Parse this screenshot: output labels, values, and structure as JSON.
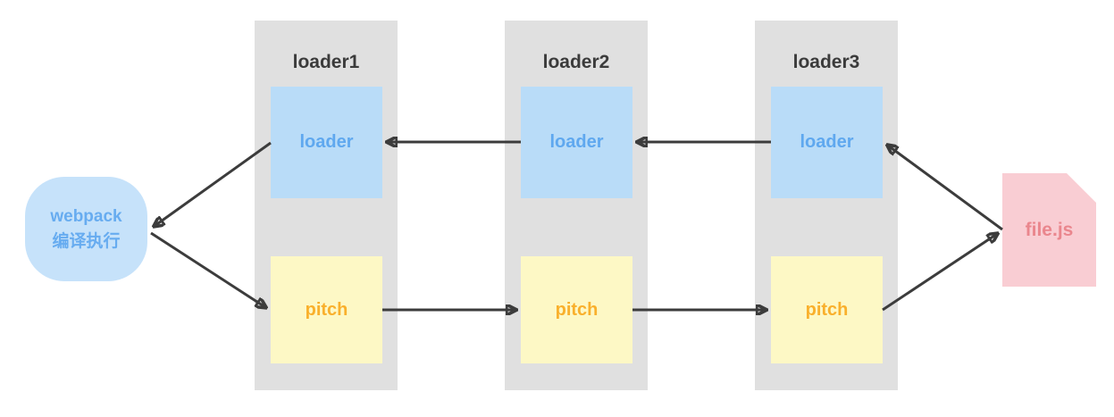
{
  "diagram": {
    "title_semantic": "webpack loader pitch/normal execution flow",
    "webpack_node": {
      "line1": "webpack",
      "line2": "编译执行"
    },
    "columns": [
      {
        "title": "loader1",
        "loader_label": "loader",
        "pitch_label": "pitch"
      },
      {
        "title": "loader2",
        "loader_label": "loader",
        "pitch_label": "pitch"
      },
      {
        "title": "loader3",
        "loader_label": "loader",
        "pitch_label": "pitch"
      }
    ],
    "file_node": {
      "label": "file.js"
    },
    "edges": [
      {
        "from": "webpack",
        "to": "loader1.pitch"
      },
      {
        "from": "loader1.pitch",
        "to": "loader2.pitch"
      },
      {
        "from": "loader2.pitch",
        "to": "loader3.pitch"
      },
      {
        "from": "loader3.pitch",
        "to": "file.js"
      },
      {
        "from": "file.js",
        "to": "loader3.loader"
      },
      {
        "from": "loader3.loader",
        "to": "loader2.loader"
      },
      {
        "from": "loader2.loader",
        "to": "loader1.loader"
      },
      {
        "from": "loader1.loader",
        "to": "webpack"
      }
    ],
    "colors": {
      "column_bg": "#e0e0e0",
      "column_title_text": "#3b3b3b",
      "loader_box_bg": "#b9dcf8",
      "loader_box_text": "#5fa8ef",
      "pitch_box_bg": "#fdf8c5",
      "pitch_box_text": "#f9b02c",
      "webpack_node_bg": "#c6e2fa",
      "webpack_node_text": "#67acf0",
      "file_node_bg": "#f9cdd3",
      "file_node_text": "#ea868d",
      "arrow": "#3c3c3c"
    }
  }
}
